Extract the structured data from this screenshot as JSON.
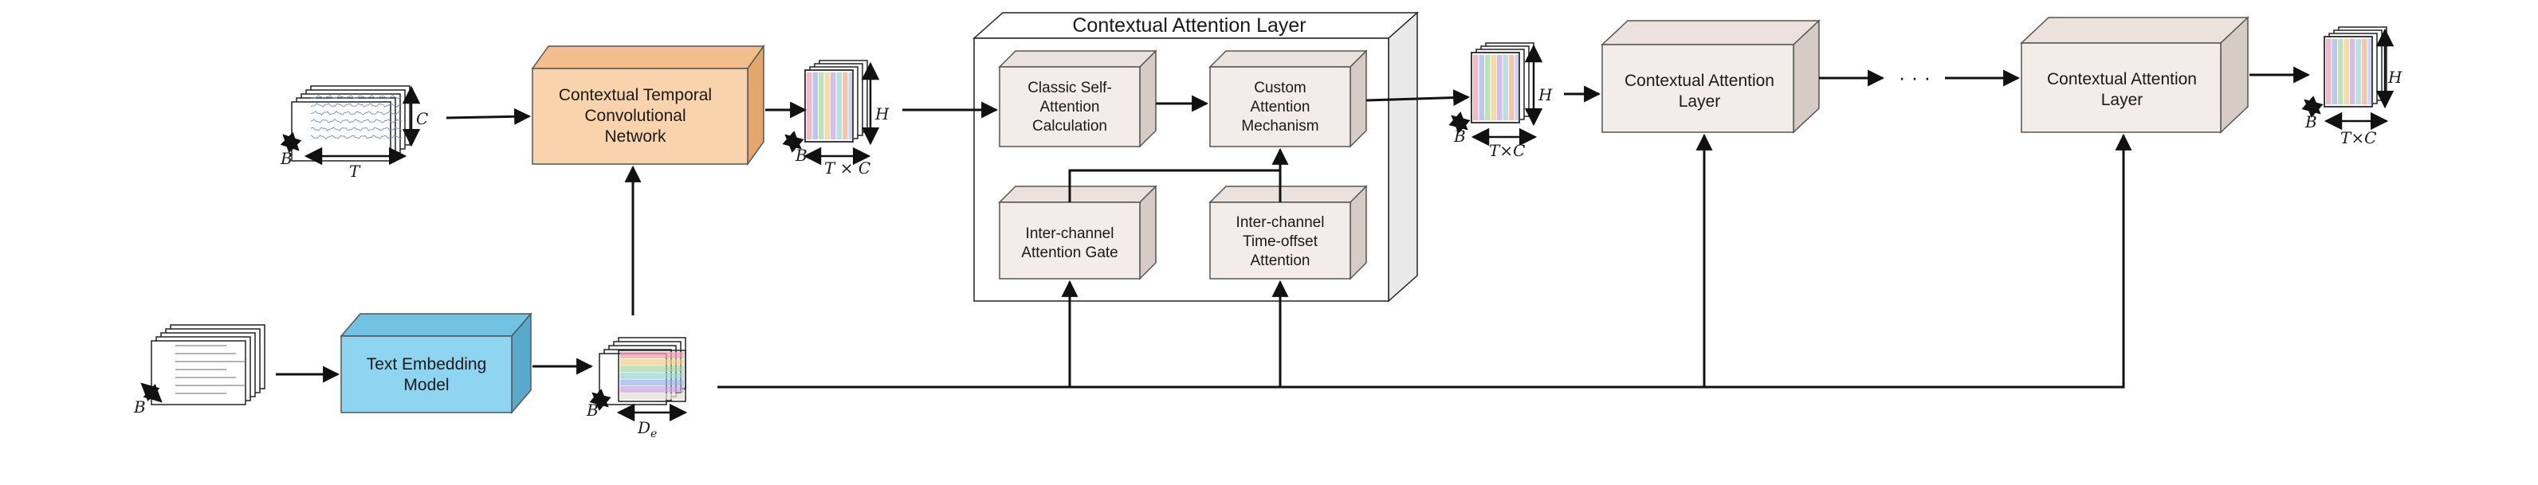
{
  "colors": {
    "orange_front": "#f9d3ab",
    "orange_top": "#f2bf8c",
    "orange_side": "#e3a66d",
    "blue_front": "#8fd5f2",
    "blue_top": "#72c2e4",
    "blue_side": "#58a9cc",
    "beige_front": "#f4ece8",
    "beige_top": "#ebe2dd",
    "beige_side": "#d6cbc5",
    "line": "#111111"
  },
  "diagram": {
    "ctcn": {
      "line1": "Contextual Temporal",
      "line2": "Convolutional",
      "line3": "Network"
    },
    "text_embedding": {
      "line1": "Text Embedding",
      "line2": "Model"
    },
    "cal_group": {
      "title": "Contextual Attention Layer"
    },
    "classic": {
      "line1": "Classic Self-",
      "line2": "Attention",
      "line3": "Calculation"
    },
    "custom": {
      "line1": "Custom",
      "line2": "Attention",
      "line3": "Mechanism"
    },
    "gate": {
      "line1": "Inter-channel",
      "line2": "Attention Gate"
    },
    "timeoffset": {
      "line1": "Inter-channel",
      "line2": "Time-offset",
      "line3": "Attention"
    },
    "cal2": {
      "line1": "Contextual Attention",
      "line2": "Layer"
    },
    "cal3": {
      "line1": "Contextual Attention",
      "line2": "Layer"
    },
    "ellipsis": "· · ·",
    "labels": {
      "C": "C",
      "B": "B",
      "T": "T",
      "H": "H",
      "TxC_a": "T × C",
      "TxC_b": "T×C",
      "D": "D",
      "D_sub": "e"
    }
  }
}
